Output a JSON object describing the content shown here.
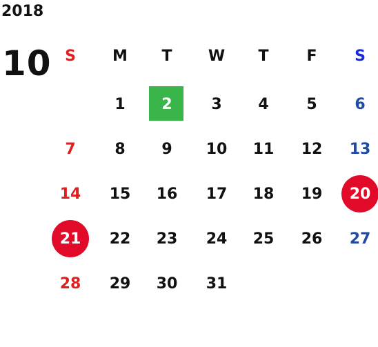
{
  "calendar": {
    "year": "2018",
    "month": "10",
    "weekdays": [
      "S",
      "M",
      "T",
      "W",
      "T",
      "F",
      "S"
    ],
    "weeks": [
      [
        "",
        "1",
        "2",
        "3",
        "4",
        "5",
        "6"
      ],
      [
        "7",
        "8",
        "9",
        "10",
        "11",
        "12",
        "13"
      ],
      [
        "14",
        "15",
        "16",
        "17",
        "18",
        "19",
        "20"
      ],
      [
        "21",
        "22",
        "23",
        "24",
        "25",
        "26",
        "27"
      ],
      [
        "28",
        "29",
        "30",
        "31",
        "",
        "",
        ""
      ]
    ],
    "highlighted_today": "2",
    "holidays": [
      "20",
      "21"
    ]
  },
  "colors": {
    "sunday": "#e02020",
    "saturday": "#1f4ba5",
    "saturday_header": "#1a2cd8",
    "today_background": "#3ab54a",
    "holiday_circle": "#e10a29",
    "text": "#111111"
  }
}
